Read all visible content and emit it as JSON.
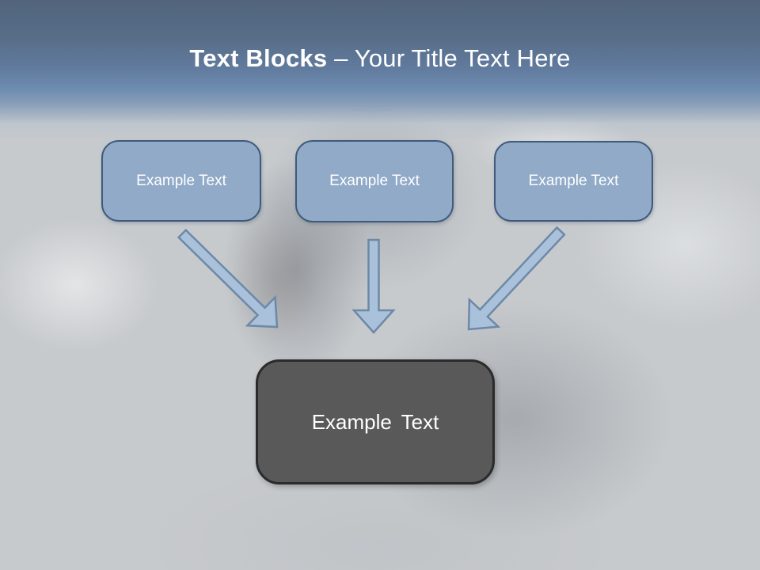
{
  "slide": {
    "title": {
      "bold": "Text Blocks ",
      "rest": "– Your Title Text Here"
    },
    "top_boxes": [
      {
        "label": "Example Text"
      },
      {
        "label": "Example Text"
      },
      {
        "label": "Example Text"
      }
    ],
    "result_box": {
      "label": "Example Text"
    },
    "icons": [
      "arrow-diagonal-down-right-icon",
      "arrow-down-icon",
      "arrow-diagonal-down-left-icon"
    ],
    "colors": {
      "canvas": "#c7cacd",
      "header_top": "#51647b",
      "header_blue": "#6e8db1",
      "title_text": "#ffffff",
      "box_fill": "#90aac8",
      "box_border": "#3e5a7c",
      "box_text": "#ffffff",
      "arrow_fill": "#a9c1da",
      "arrow_border": "#6d89a6",
      "result_fill": "#595959",
      "result_border": "#2b2b2b",
      "result_text": "#ffffff"
    }
  }
}
